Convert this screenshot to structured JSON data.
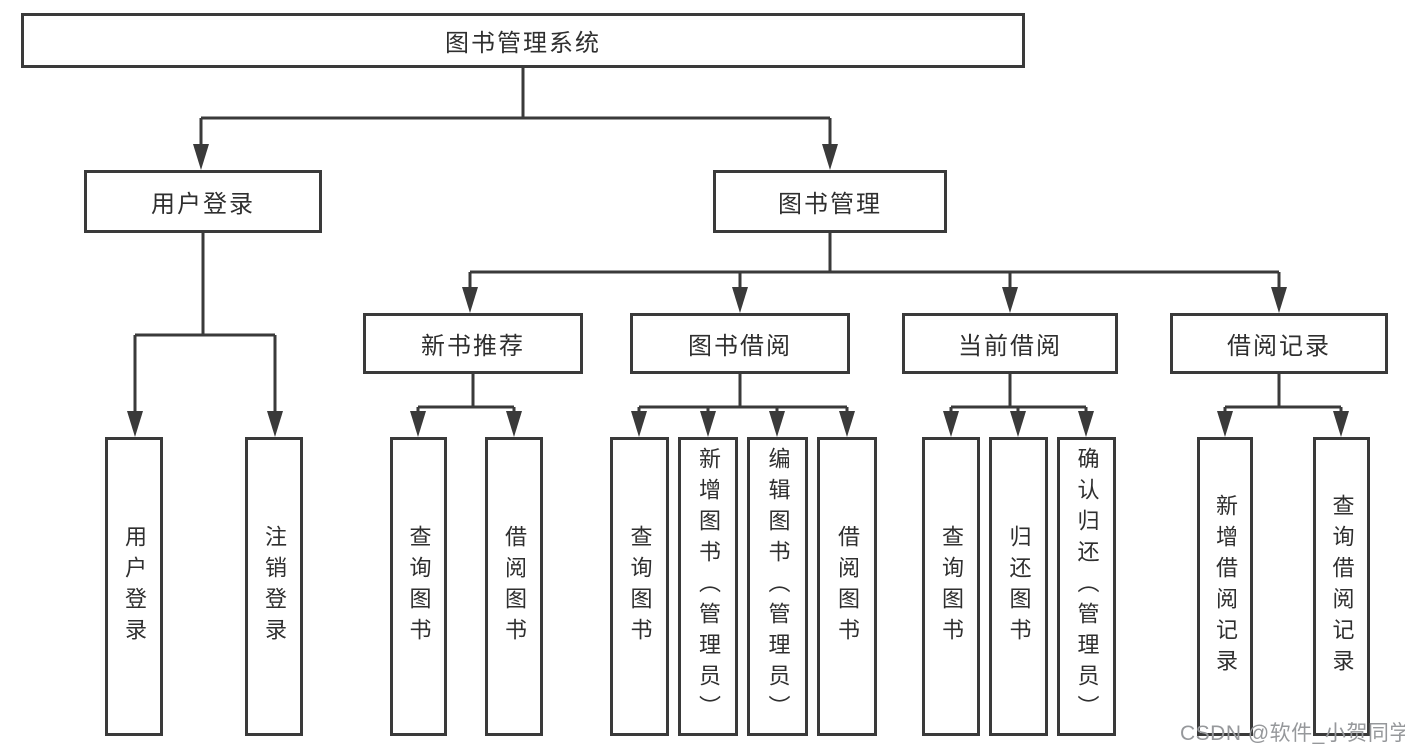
{
  "colors": {
    "line": "#3a3a3a",
    "box_border": "#3a3a3a",
    "text": "#2f2f2f",
    "watermark": "#96989b",
    "background": "#ffffff"
  },
  "tree": {
    "root": {
      "label": "图书管理系统"
    },
    "branches": [
      {
        "label": "用户登录",
        "children": [
          {
            "label": "用户登录"
          },
          {
            "label": "注销登录"
          }
        ]
      },
      {
        "label": "图书管理",
        "children": [
          {
            "label": "新书推荐",
            "children": [
              {
                "label": "查询图书"
              },
              {
                "label": "借阅图书"
              }
            ]
          },
          {
            "label": "图书借阅",
            "children": [
              {
                "label": "查询图书"
              },
              {
                "label": "新增图书（管理员）"
              },
              {
                "label": "编辑图书（管理员）"
              },
              {
                "label": "借阅图书"
              }
            ]
          },
          {
            "label": "当前借阅",
            "children": [
              {
                "label": "查询图书"
              },
              {
                "label": "归还图书"
              },
              {
                "label": "确认归还（管理员）"
              }
            ]
          },
          {
            "label": "借阅记录",
            "children": [
              {
                "label": "新增借阅记录"
              },
              {
                "label": "查询借阅记录"
              }
            ]
          }
        ]
      }
    ]
  },
  "watermark": {
    "text": "CSDN @软件_小贺同学"
  }
}
